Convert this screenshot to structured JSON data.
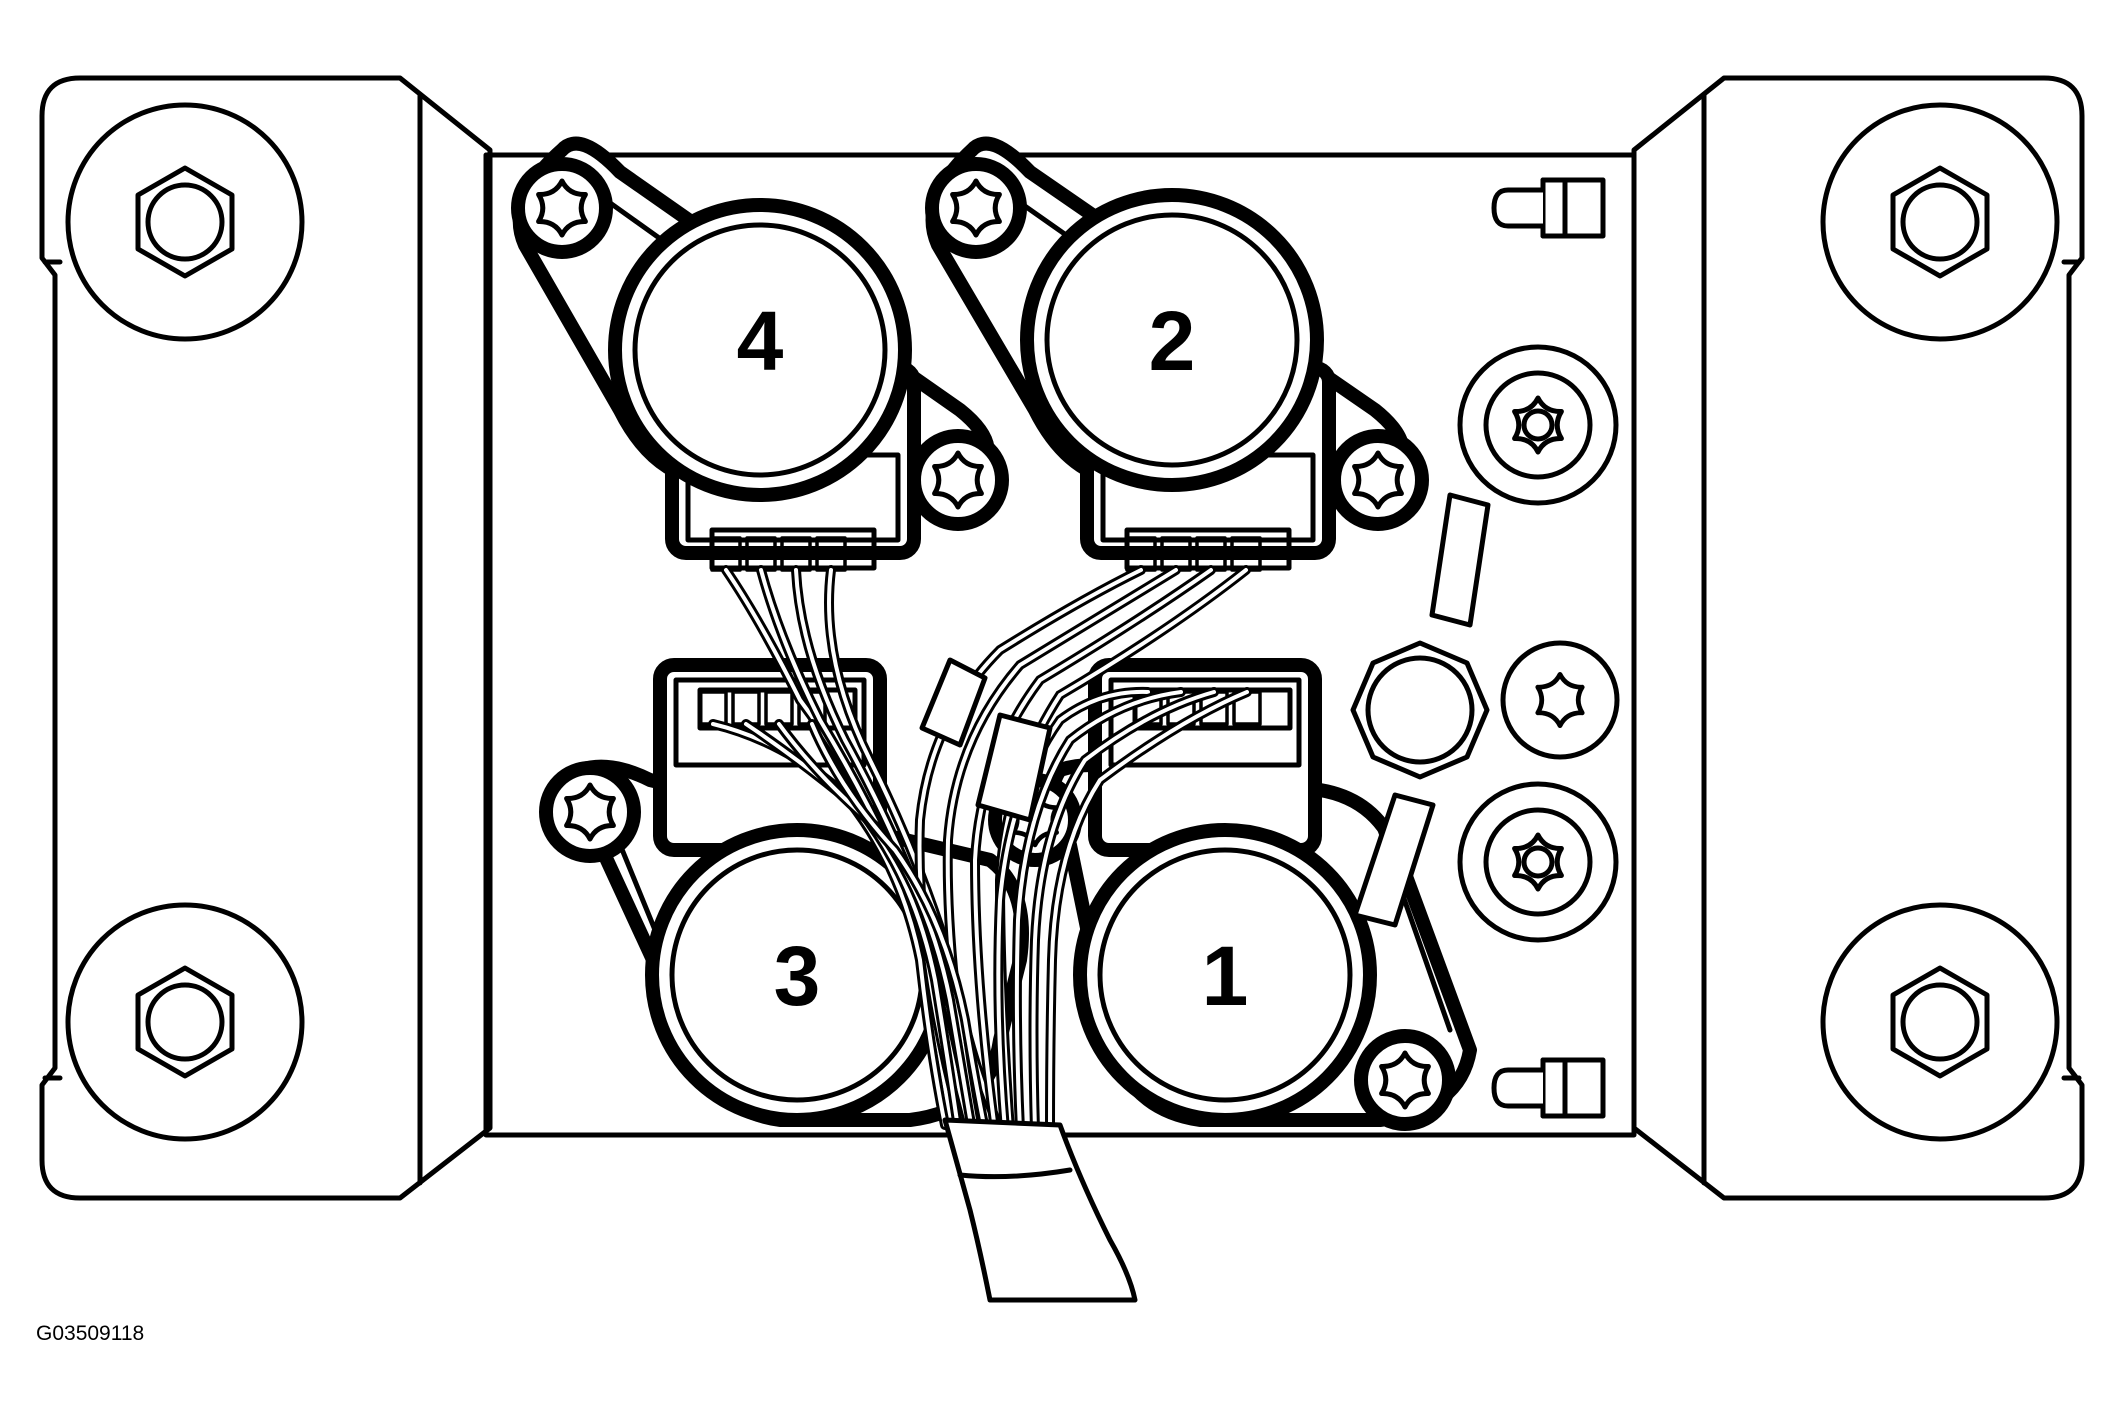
{
  "figure": {
    "code": "G03509118"
  },
  "coils": [
    {
      "label": "4"
    },
    {
      "label": "2"
    },
    {
      "label": "3"
    },
    {
      "label": "1"
    }
  ]
}
